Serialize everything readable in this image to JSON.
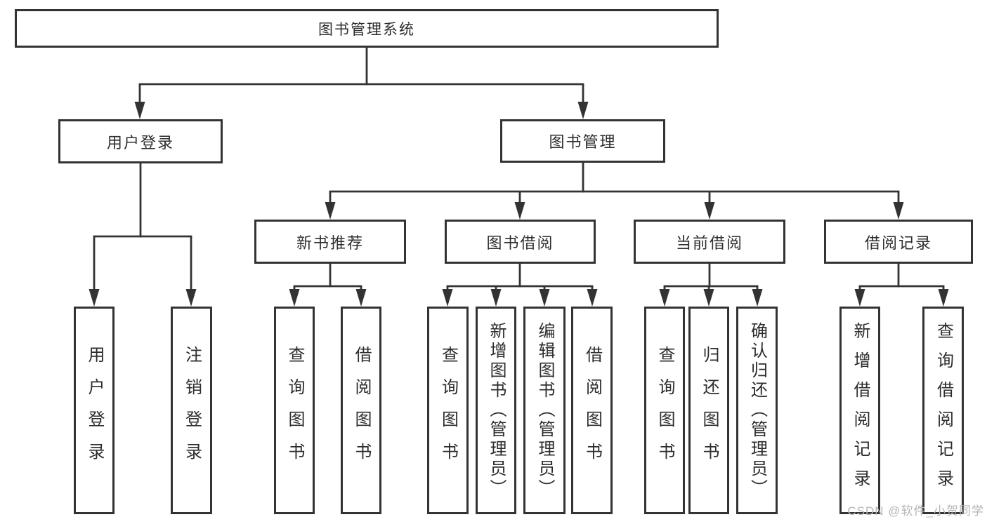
{
  "diagram": {
    "root": {
      "label": "图书管理系统"
    },
    "branches": [
      {
        "label": "用户登录",
        "children": [
          {
            "label": "用户登录"
          },
          {
            "label": "注销登录"
          }
        ]
      },
      {
        "label": "图书管理",
        "children": [
          {
            "label": "新书推荐",
            "children": [
              {
                "label": "查询图书"
              },
              {
                "label": "借阅图书"
              }
            ]
          },
          {
            "label": "图书借阅",
            "children": [
              {
                "label": "查询图书"
              },
              {
                "label": "新增图书（管理员）"
              },
              {
                "label": "编辑图书（管理员）"
              },
              {
                "label": "借阅图书"
              }
            ]
          },
          {
            "label": "当前借阅",
            "children": [
              {
                "label": "查询图书"
              },
              {
                "label": "归还图书"
              },
              {
                "label": "确认归还（管理员）"
              }
            ]
          },
          {
            "label": "借阅记录",
            "children": [
              {
                "label": "新增借阅记录"
              },
              {
                "label": "查询借阅记录"
              }
            ]
          }
        ]
      }
    ],
    "watermark": "CSDN @软件_小贺同学",
    "colors": {
      "line": "#333333",
      "box_border": "#333333",
      "text": "#2d2d2d",
      "watermark": "#b5b5b5",
      "background": "#ffffff"
    }
  }
}
